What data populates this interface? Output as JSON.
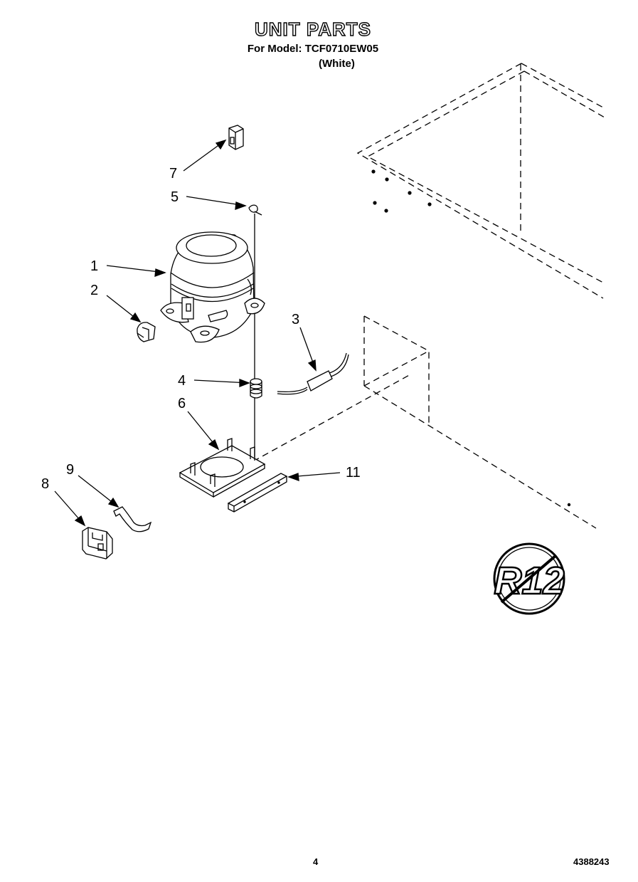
{
  "header": {
    "title": "UNIT PARTS",
    "model_line": "For Model: TCF0710EW05",
    "variant": "(White)"
  },
  "callouts": [
    "1",
    "2",
    "3",
    "4",
    "5",
    "6",
    "7",
    "8",
    "9",
    "11"
  ],
  "badge": {
    "text": "R12"
  },
  "footer": {
    "page_number": "4",
    "doc_number": "4388243"
  }
}
